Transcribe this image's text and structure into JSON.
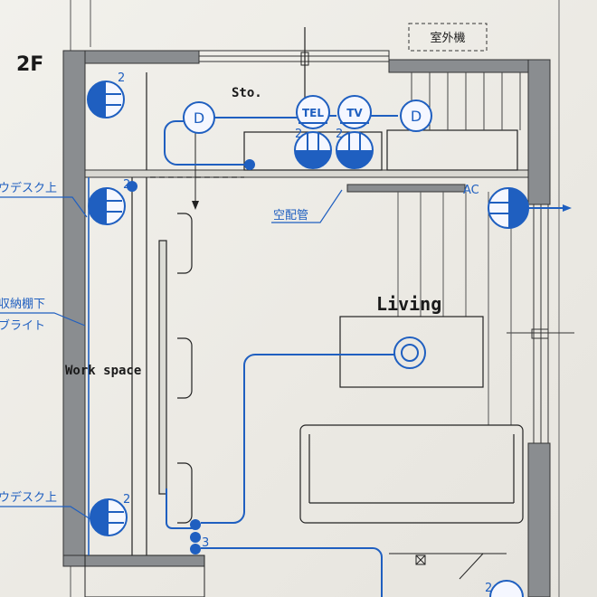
{
  "floor_label": "2F",
  "room_labels": {
    "storage": "Sto.",
    "living": "Living",
    "work_space": "Work space"
  },
  "outdoor_unit_label": "室外機",
  "symbols": {
    "tel": "TEL",
    "tv": "TV",
    "d_left": "D",
    "d_right": "D",
    "ac": "AC"
  },
  "circuit_counts": {
    "outlet_top_left": "2",
    "outlet_desk_upper": "2",
    "outlet_desk_lower": "2",
    "outlet_tel": "2",
    "outlet_tv": "2",
    "switch_gang": "3",
    "bottom_right": "2"
  },
  "annotations": {
    "conduit": "空配管",
    "desk_upper": "ウデスク上",
    "shelf_light_line1": "収納棚下",
    "shelf_light_line2": "ブライト",
    "desk_lower": "ウデスク上"
  },
  "colors": {
    "wiring_blue": "#1f5fc0",
    "wall_gray": "#8a8d90",
    "line_black": "#1a1a1a"
  }
}
